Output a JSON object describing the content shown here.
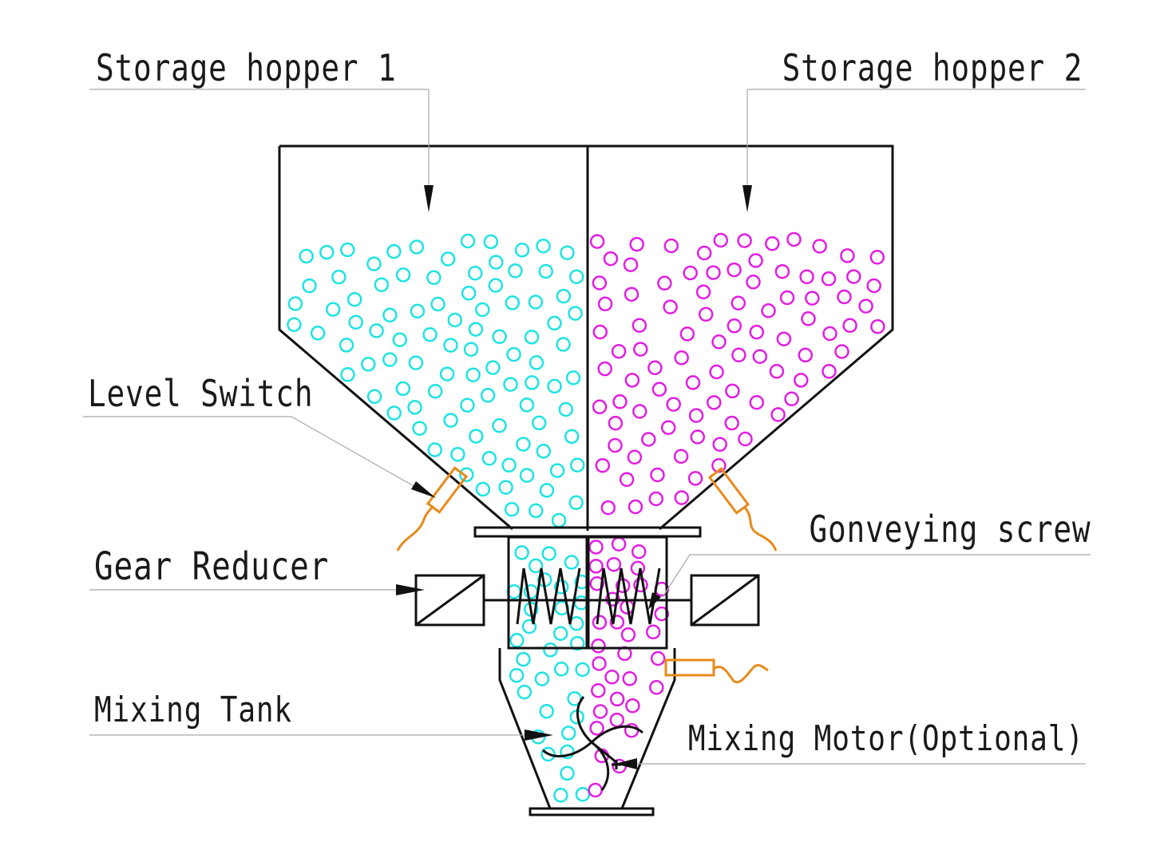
{
  "labels": {
    "storage_hopper_1": "Storage hopper 1",
    "storage_hopper_2": "Storage hopper 2",
    "level_switch": "Level Switch",
    "gear_reducer": "Gear Reducer",
    "conveying_screw": "Gonveying screw",
    "mixing_tank": "Mixing Tank",
    "mixing_motor": "Mixing Motor(Optional)"
  },
  "colors": {
    "material_1": "#1fe3e3",
    "material_2": "#e21ee2",
    "level_switch": "#e88a1a",
    "outline": "#111111",
    "leader": "#a9a9a9"
  }
}
